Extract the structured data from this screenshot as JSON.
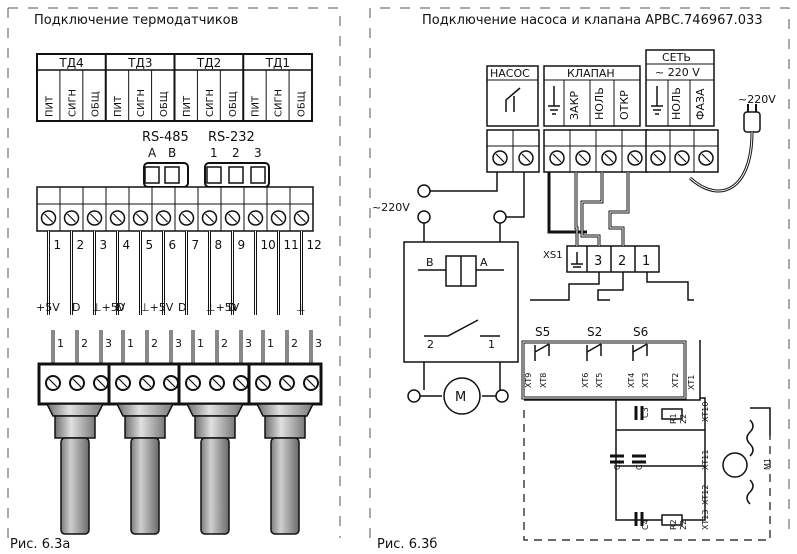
{
  "left_panel": {
    "title": "Подключение термодатчиков",
    "caption": "Рис. 6.3а",
    "sensor_groups": [
      "ТД4",
      "ТД3",
      "ТД2",
      "ТД1"
    ],
    "group_pins": [
      "ПИТ",
      "СИГН",
      "ОБЩ"
    ],
    "rs485": {
      "label": "RS-485",
      "pins": [
        "A",
        "B"
      ]
    },
    "rs232": {
      "label": "RS-232",
      "pins": [
        "1",
        "2",
        "3"
      ]
    },
    "terminal_numbers": [
      "1",
      "2",
      "3",
      "4",
      "5",
      "6",
      "7",
      "8",
      "9",
      "10",
      "11",
      "12"
    ],
    "signal_labels": [
      "+5V",
      "D",
      "⊥+5V",
      "D",
      "⊥+5V",
      "D",
      "⊥+5V",
      "D",
      "⊥"
    ],
    "connector_pins": [
      "1",
      "2",
      "3"
    ]
  },
  "right_panel": {
    "title": "Подключение насоса и клапана АРВС.746967.033",
    "caption": "Рис. 6.3б",
    "pump_block": "НАСОС",
    "valve_block": "КЛАПАН",
    "valve_pins": [
      "ЗАКР",
      "НОЛЬ",
      "ОТКР"
    ],
    "mains_block": "СЕТЬ",
    "mains_voltage": "~ 220 V",
    "mains_pins": [
      "НОЛЬ",
      "ФАЗА"
    ],
    "plug_voltage": "~220V",
    "supply_voltage": "~220V",
    "xs1_label": "XS1",
    "xs1_pins": [
      "3",
      "2",
      "1"
    ],
    "relay_pins": [
      "B",
      "A"
    ],
    "relay_contacts": [
      "2",
      "1"
    ],
    "motor_symbol": "M",
    "switch_labels": [
      "S5",
      "S2",
      "S6"
    ],
    "terminal_labels": [
      "XT9",
      "XT8",
      "XT6",
      "XT5",
      "XT4",
      "XT3",
      "XT2",
      "XT1",
      "XT10",
      "XT11",
      "XT12",
      "XT13"
    ],
    "component_labels": [
      "C3",
      "R1",
      "22",
      "C2",
      "C1",
      "C4",
      "R2",
      "22",
      "M1"
    ]
  }
}
